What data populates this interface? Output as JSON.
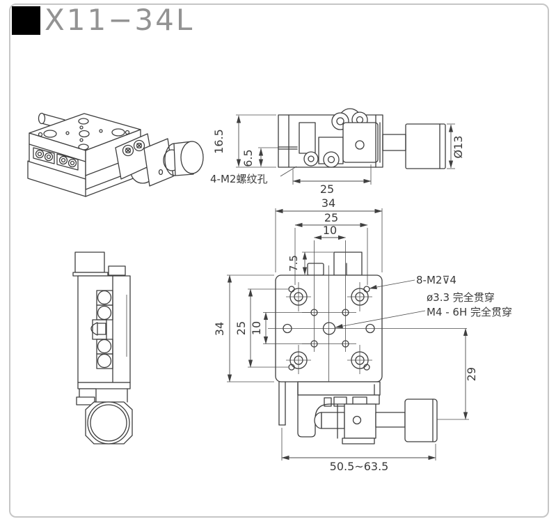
{
  "title": "X11−34L",
  "top_view": {
    "dim_total_height": "16.5",
    "dim_base_height": "6.5",
    "dim_knob_diameter": "Ø13",
    "dim_hole_spacing": "25",
    "label_side_thread": "4-M2螺纹孔"
  },
  "front_view": {
    "dim_width_total": "34",
    "dim_width_holes": "25",
    "dim_width_center_holes": "10",
    "dim_block_height": "7.5",
    "dim_height_total": "34",
    "dim_height_holes": "25",
    "dim_height_center_holes": "10",
    "dim_axis_offset": "29",
    "dim_length_range": "50.5~63.5",
    "label_top_thread": "8-M2⊽4",
    "label_center_drill": "ø3.3  完全贯穿",
    "label_center_tap": "M4 - 6H  完全贯穿"
  }
}
